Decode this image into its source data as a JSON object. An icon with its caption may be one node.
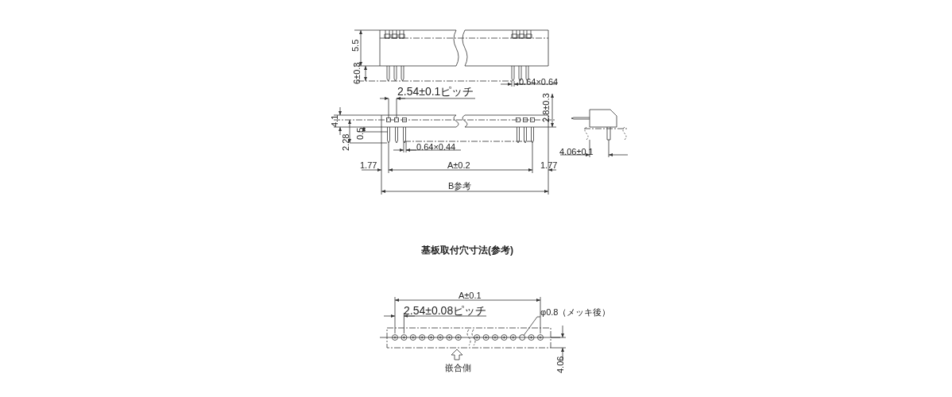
{
  "diagram": {
    "nodes": [
      {
        "text": [
          "φ0.8（メッキ後）"
        ]
      },
      {
        "text": [],
        "shape": "circle"
      }
    ],
    "edges": [
      {
        "from": 0,
        "to": 1,
        "arrow": "none"
      }
    ],
    "labels": [
      "5.5",
      "6±0.3",
      "0.64×0.64",
      "2.54±0.1ピッチ",
      "2.8±0.3",
      "4.1",
      "2.28",
      "0.5",
      "0.64×0.44",
      "4.06±0.1",
      "1.77",
      "A±0.2",
      "1.77",
      "B参考",
      "基板取付穴寸法(参考)",
      "A±0.1",
      "2.54±0.08ピッチ",
      "嵌合側",
      "4.06"
    ]
  }
}
